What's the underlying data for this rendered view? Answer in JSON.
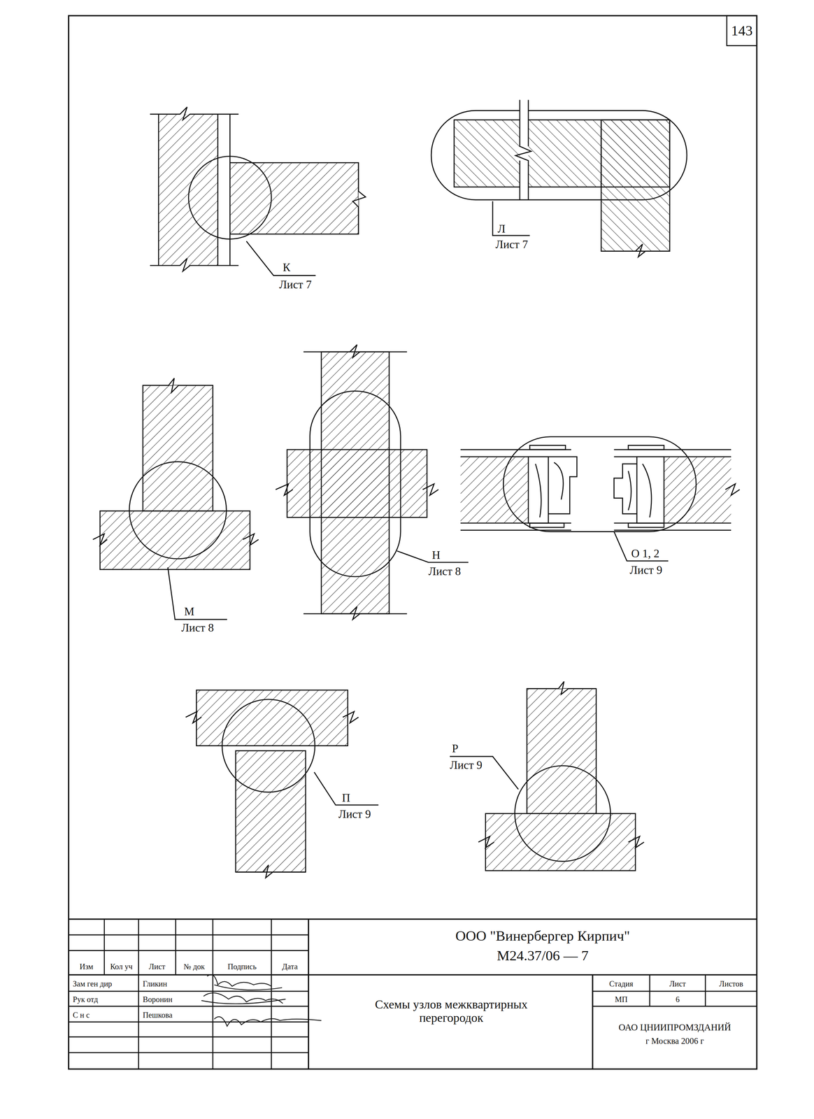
{
  "diagram": {
    "title": "Схемы узлов межквартирных перегородок",
    "labels": [
      "143",
      "К",
      "Лист 7",
      "Л",
      "Лист 7",
      "М",
      "Лист 8",
      "Н",
      "Лист 8",
      "О 1, 2",
      "Лист 9",
      "П",
      "Лист 9",
      "Р",
      "Лист 9",
      "ООО \"Винербергер Кирпич\"",
      "М24.37/06 — 7",
      "Изм",
      "Кол уч",
      "Лист",
      "№ док",
      "Подпись",
      "Дата",
      "Зам ген дир",
      "Гликин",
      "Рук отд",
      "Воронин",
      "С н с",
      "Пешкова",
      "Стадия",
      "Лист",
      "Листов",
      "МП",
      "6",
      "ОАО ЦНИИПРОМЗДАНИЙ",
      "г Москва 2006 г"
    ]
  }
}
